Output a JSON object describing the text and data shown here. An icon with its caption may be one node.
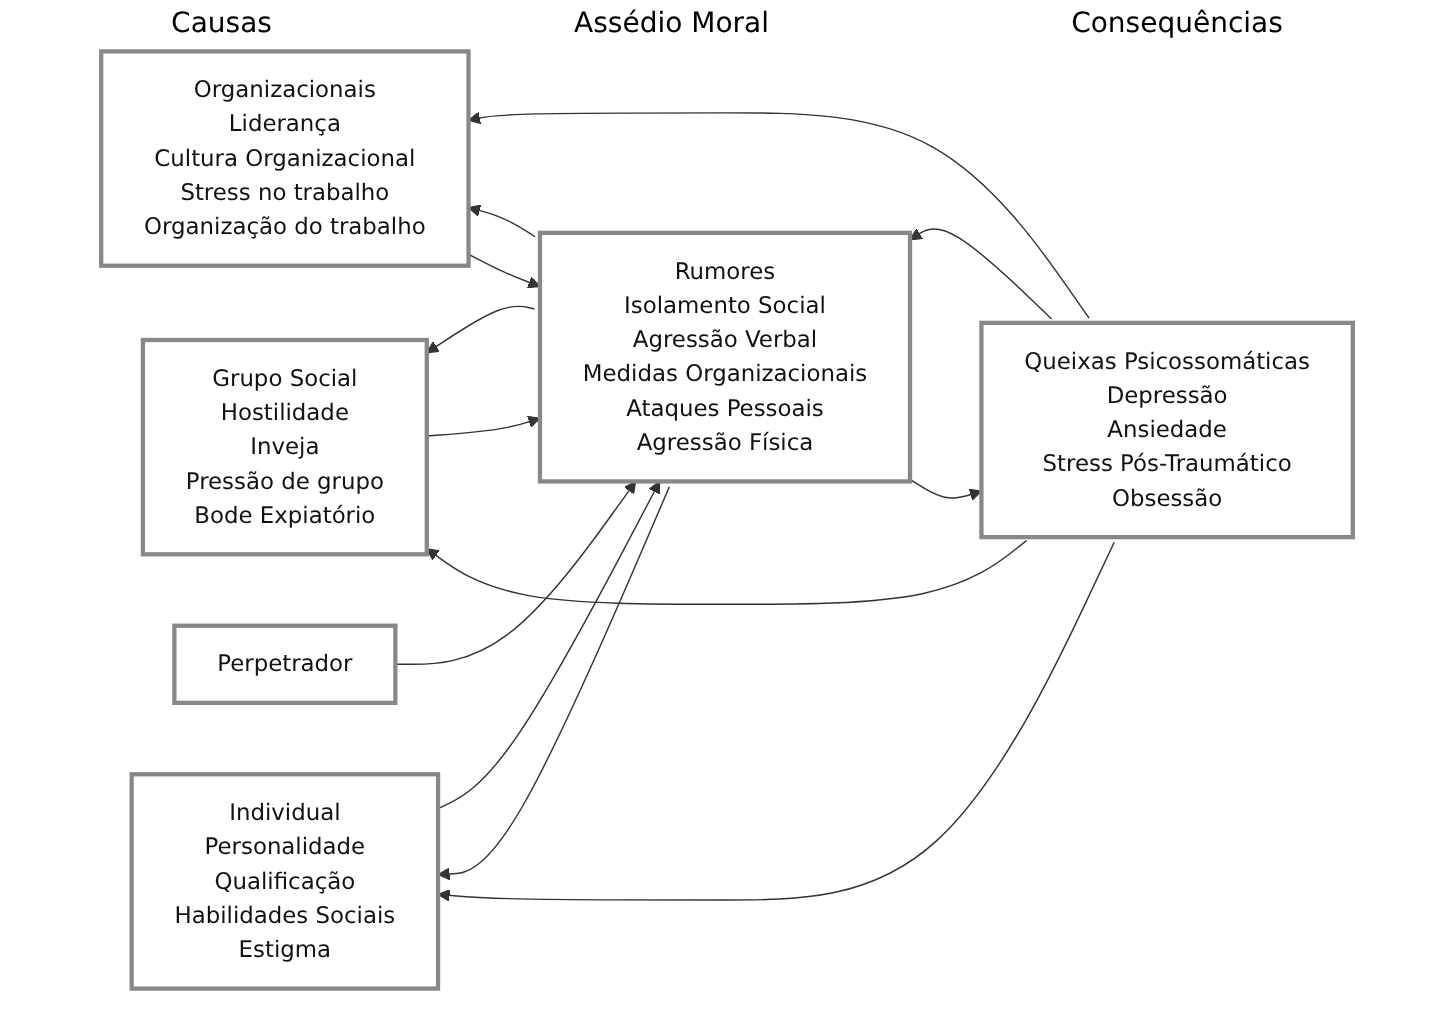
{
  "diagram": {
    "nodes": [
      {
        "text": [
          "Organizacionais",
          "Liderança",
          "Cultura Organizacional",
          "Stress no trabalho",
          "Organização do trabalho"
        ]
      },
      {
        "text": [
          "Perpetrador"
        ]
      },
      {
        "text": [
          "Grupo Social",
          "Hostilidade",
          "Inveja",
          "Pressão de grupo",
          "Bode Expiatório"
        ]
      },
      {
        "text": [
          "Individual",
          "Personalidade",
          "Qualificação",
          "Habilidades Sociais",
          "Estigma"
        ]
      },
      {
        "text": [
          "Rumores",
          "Isolamento Social",
          "Agressão Verbal",
          "Medidas Organizacionais",
          "Ataques Pessoais",
          "Agressão Física"
        ]
      },
      {
        "text": [
          "Queixas Psicossomáticas",
          "Depressão",
          "Ansiedade",
          "Stress Pós-Traumático",
          "Obsessão"
        ]
      }
    ],
    "edges": [
      {
        "from": 5,
        "to": 0,
        "arrow": "to"
      },
      {
        "from": 4,
        "to": 0,
        "arrow": "to"
      },
      {
        "from": 0,
        "to": 4,
        "arrow": "to"
      },
      {
        "from": 1,
        "to": 4,
        "arrow": "to"
      },
      {
        "from": 4,
        "to": 2,
        "arrow": "to"
      },
      {
        "from": 2,
        "to": 4,
        "arrow": "to"
      },
      {
        "from": 3,
        "to": 4,
        "arrow": "to"
      },
      {
        "from": 4,
        "to": 3,
        "arrow": "to"
      },
      {
        "from": 5,
        "to": 2,
        "arrow": "to"
      },
      {
        "from": 5,
        "to": 3,
        "arrow": "to"
      },
      {
        "from": 5,
        "to": 4,
        "arrow": "to"
      },
      {
        "from": 4,
        "to": 5,
        "arrow": "to"
      }
    ],
    "labels": [
      "Causas",
      "Assédio Moral",
      "Consequências"
    ]
  }
}
